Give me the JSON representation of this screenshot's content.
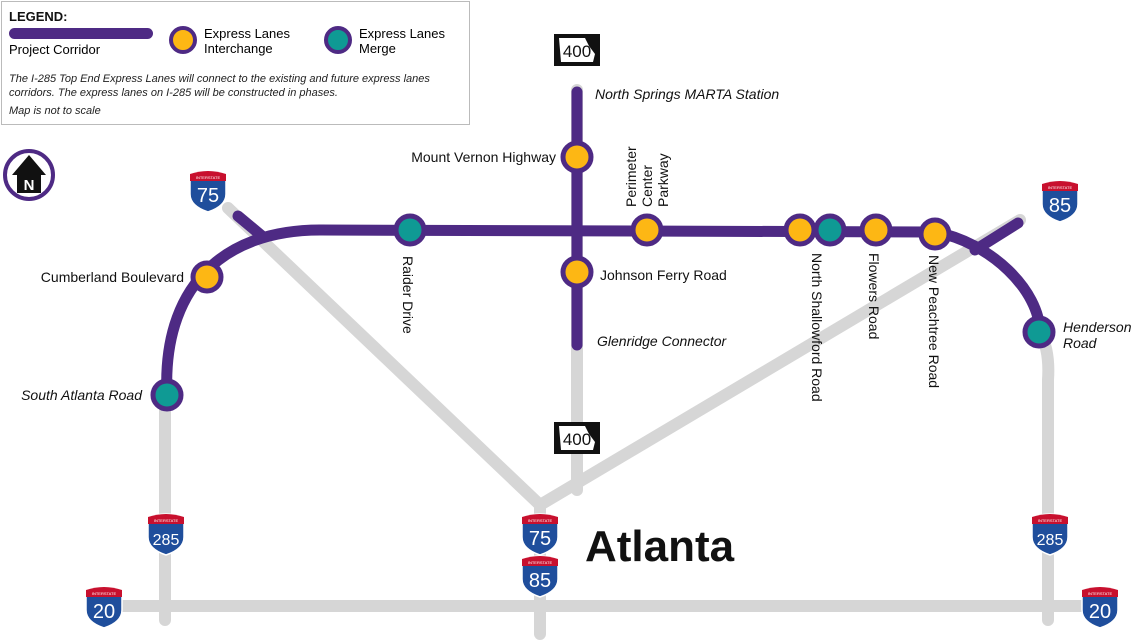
{
  "legend": {
    "title": "LEGEND:",
    "corridor": "Project Corridor",
    "interchange": "Express Lanes Interchange",
    "merge": "Express Lanes Merge",
    "note": "The I-285 Top End Express Lanes will connect to the existing and future express lanes corridors. The express lanes on I-285 will be constructed in phases.",
    "scale_note": "Map is not to scale"
  },
  "colors": {
    "corridor": "#4e2a84",
    "interchange": "#fdb714",
    "merge": "#0f9a94",
    "road": "#d6d6d6",
    "shield_blue": "#1f4e9c",
    "shield_red": "#c8102e"
  },
  "north_label": "N",
  "city": "Atlanta",
  "shields": {
    "i75": "75",
    "i85": "85",
    "i285": "285",
    "i20": "20",
    "ga400": "400",
    "interstate": "INTERSTATE"
  },
  "labels": {
    "north_springs": "North Springs MARTA Station",
    "mount_vernon": "Mount Vernon Highway",
    "perimeter_1": "Perimeter",
    "perimeter_2": "Center",
    "perimeter_3": "Parkway",
    "johnson_ferry": "Johnson Ferry Road",
    "glenridge": "Glenridge Connector",
    "raider": "Raider Drive",
    "cumberland": "Cumberland Boulevard",
    "south_atlanta": "South Atlanta Road",
    "north_shallowford": "North Shallowford Road",
    "flowers": "Flowers Road",
    "new_peachtree": "New Peachtree Road",
    "henderson_1": "Henderson",
    "henderson_2": "Road"
  }
}
